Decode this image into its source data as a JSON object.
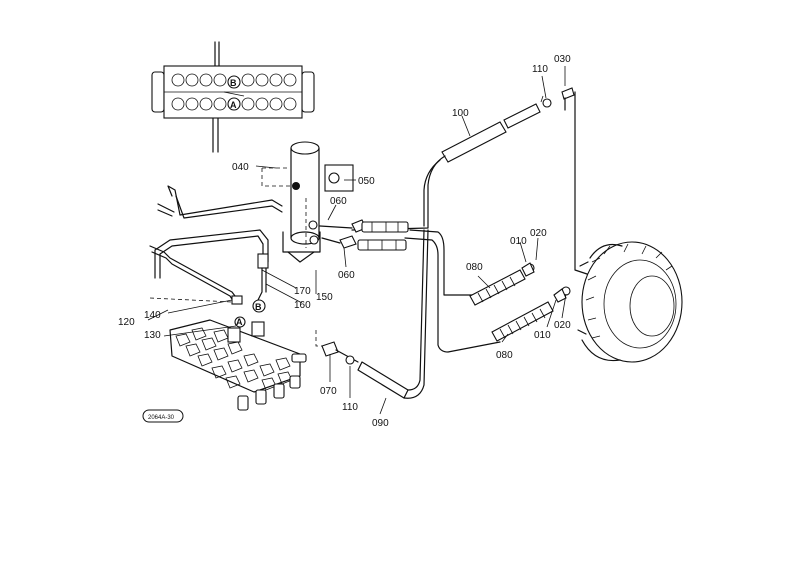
{
  "diagram": {
    "callouts": {
      "p030": "030",
      "p110_top": "110",
      "p100": "100",
      "p040": "040",
      "p050": "050",
      "p060_top": "060",
      "p060_bottom": "060",
      "p010_top": "010",
      "p020_top": "020",
      "p080_top": "080",
      "p080_bottom": "080",
      "p010_bottom": "010",
      "p020_bottom": "020",
      "p170": "170",
      "p160": "160",
      "p150": "150",
      "p120": "120",
      "p140": "140",
      "p130": "130",
      "p070": "070",
      "p110_bottom": "110",
      "p090": "090"
    },
    "valve_marks": {
      "upper": "B",
      "lower": "A"
    },
    "fitting_marks": {
      "upper": "A",
      "lower": "B"
    },
    "drawing_stamp": "2064A-30"
  }
}
